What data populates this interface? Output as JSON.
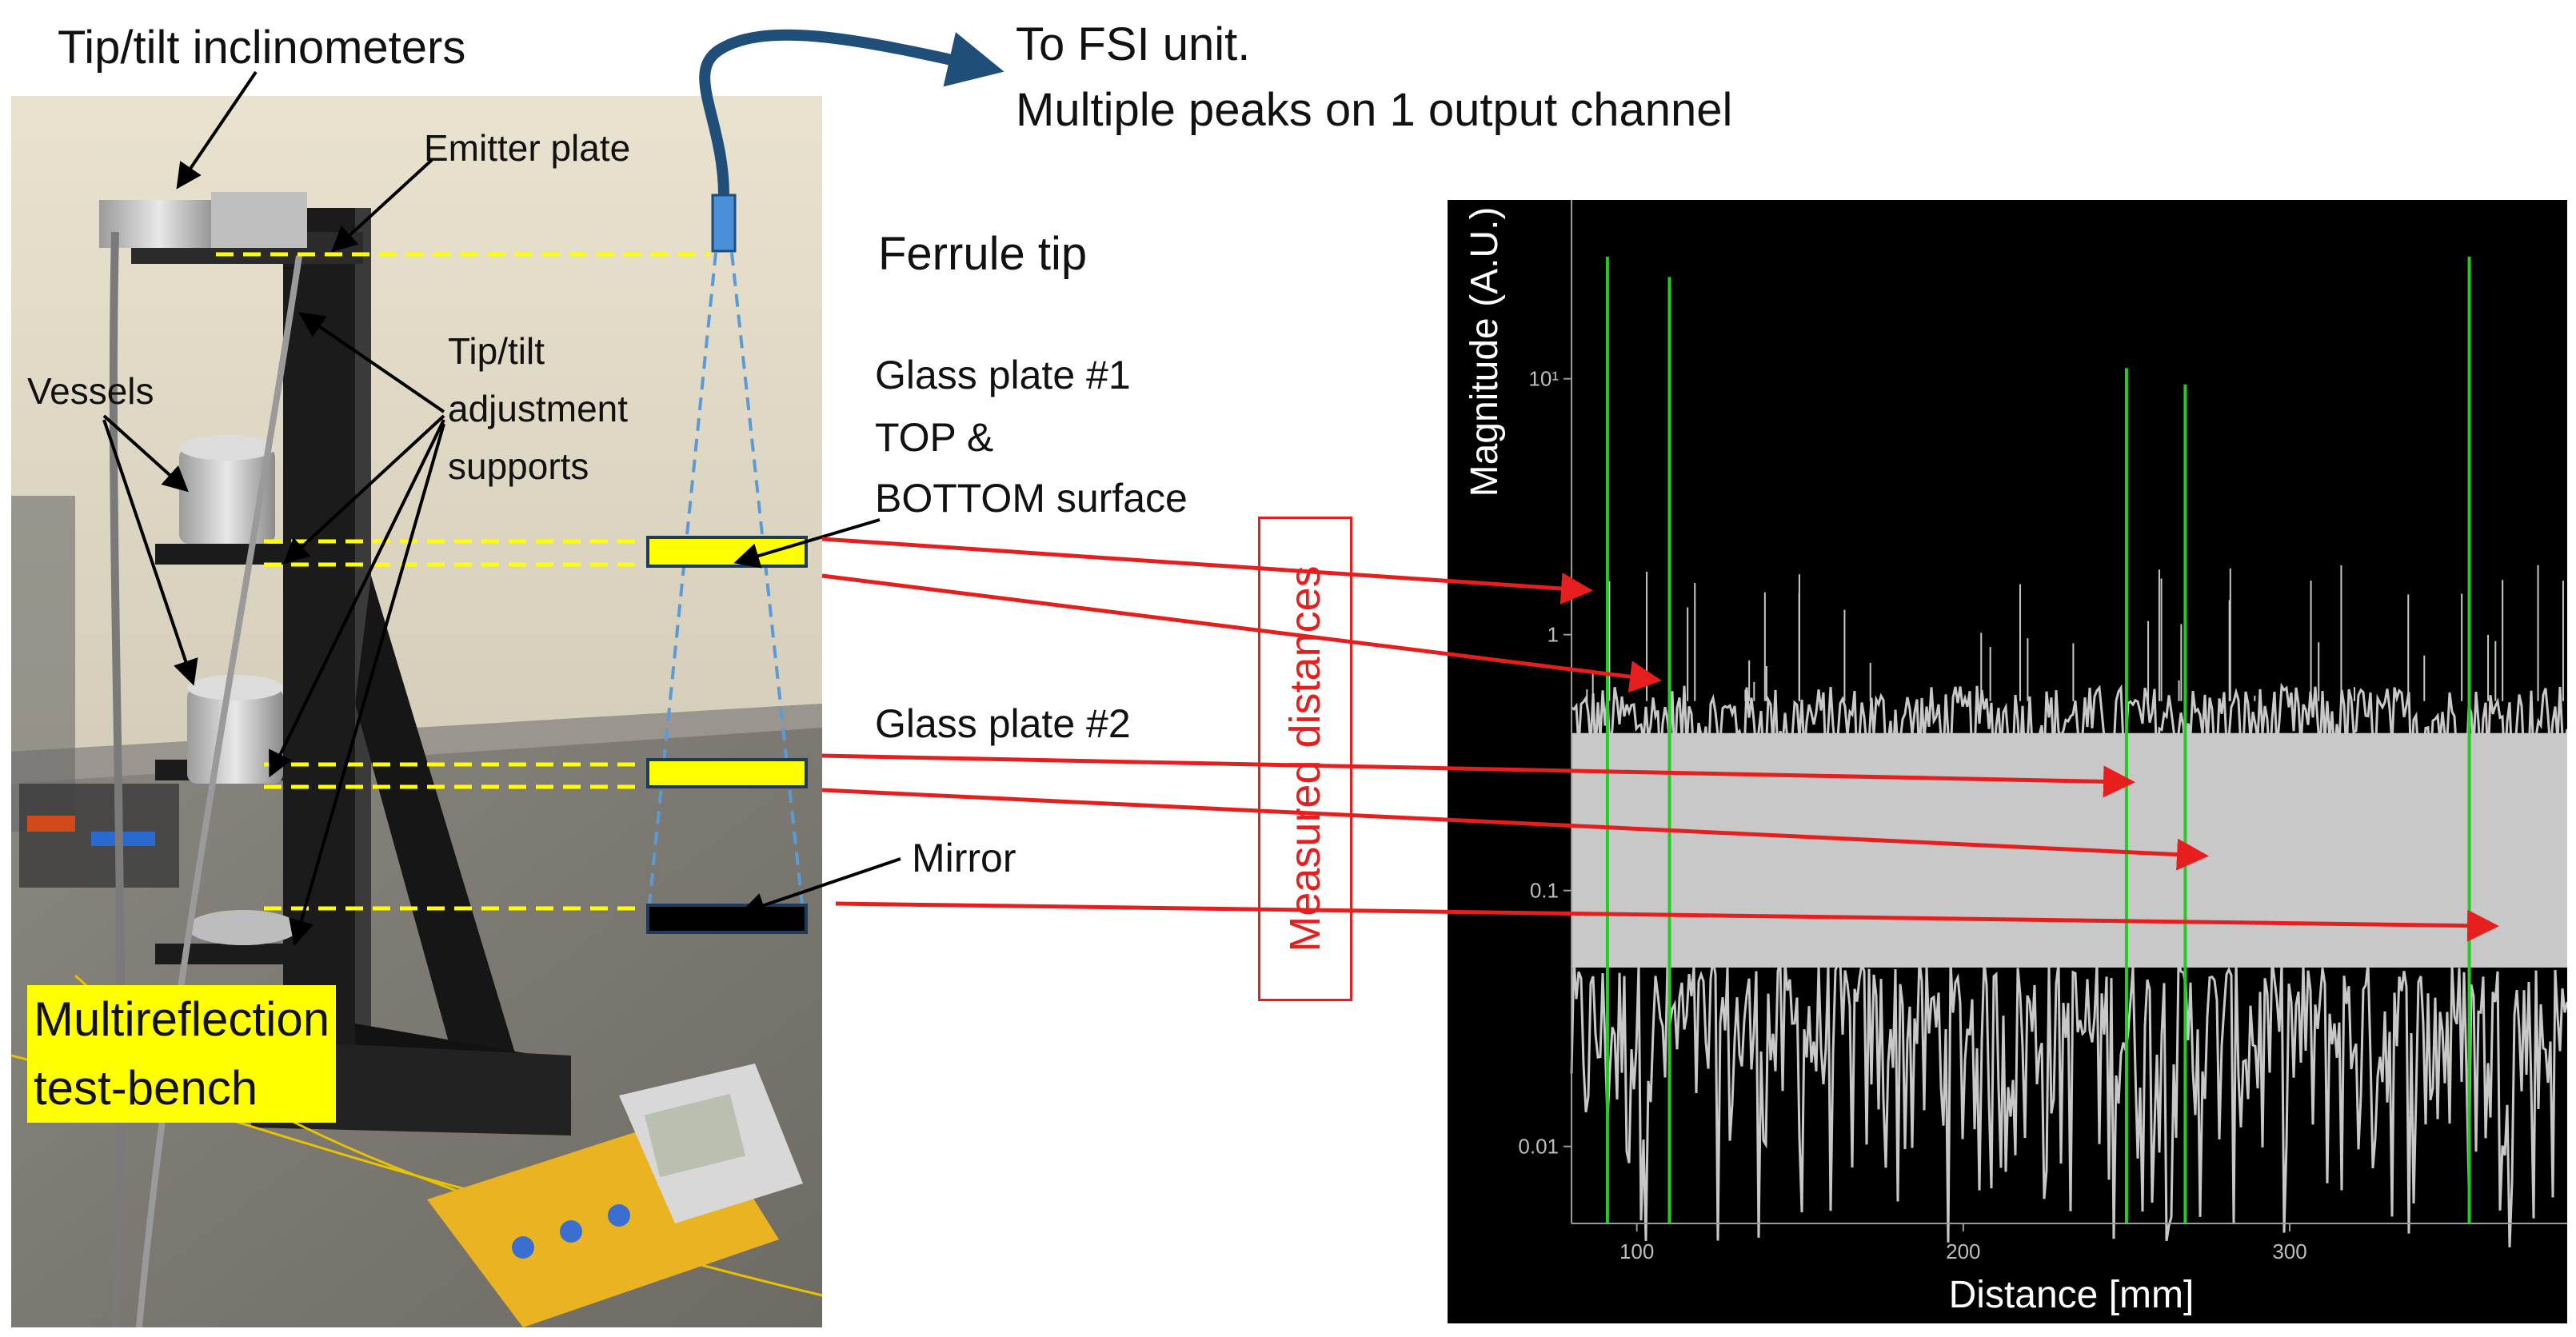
{
  "labels": {
    "tip_tilt_inclinometers": "Tip/tilt inclinometers",
    "emitter_plate": "Emitter plate",
    "tip_tilt_line1": "Tip/tilt",
    "tip_tilt_line2": "adjustment",
    "tip_tilt_line3": "supports",
    "vessels": "Vessels",
    "multireflection_line1": "Multireflection",
    "multireflection_line2": "test-bench",
    "to_fsi_line1": "To FSI unit.",
    "to_fsi_line2": "Multiple peaks on 1 output channel",
    "ferrule_tip": "Ferrule tip",
    "glass1_line1": "Glass plate #1",
    "glass1_line2": "TOP &",
    "glass1_line3": "BOTTOM surface",
    "glass2": "Glass plate #2",
    "mirror": "Mirror",
    "measured_distances": "Measured distances"
  },
  "colors": {
    "fiber": "#1f4e79",
    "ferrule": "#4a90d9",
    "beam": "#5b9bd5",
    "glass_plate": "#ffff00",
    "mirror": "#000000",
    "dashed_guides": "#ffff00",
    "arrows": "#e61e1e",
    "highlight": "#ffff00",
    "plot_background": "#000000",
    "noise": "#c8c8c8",
    "peaks": "#22cc22"
  },
  "chart_data": {
    "type": "line",
    "xlabel": "Distance [mm]",
    "ylabel": "Magnitude (A.U.)",
    "x_ticks": [
      "100",
      "200",
      "300"
    ],
    "y_ticks": [
      "10¹",
      "1",
      "0.1",
      "0.01"
    ],
    "y_scale": "log",
    "xlim": [
      80,
      385
    ],
    "ylim": [
      0.005,
      50
    ],
    "noise_floor": {
      "upper_envelope": 0.55,
      "dense_fill_to": 0.05
    },
    "series": [
      {
        "values": [
          {
            "x": 91,
            "y": 30
          },
          {
            "x": 110,
            "y": 25
          },
          {
            "x": 250,
            "y": 11
          },
          {
            "x": 268,
            "y": 9.5
          },
          {
            "x": 355,
            "y": 30
          }
        ]
      }
    ]
  }
}
